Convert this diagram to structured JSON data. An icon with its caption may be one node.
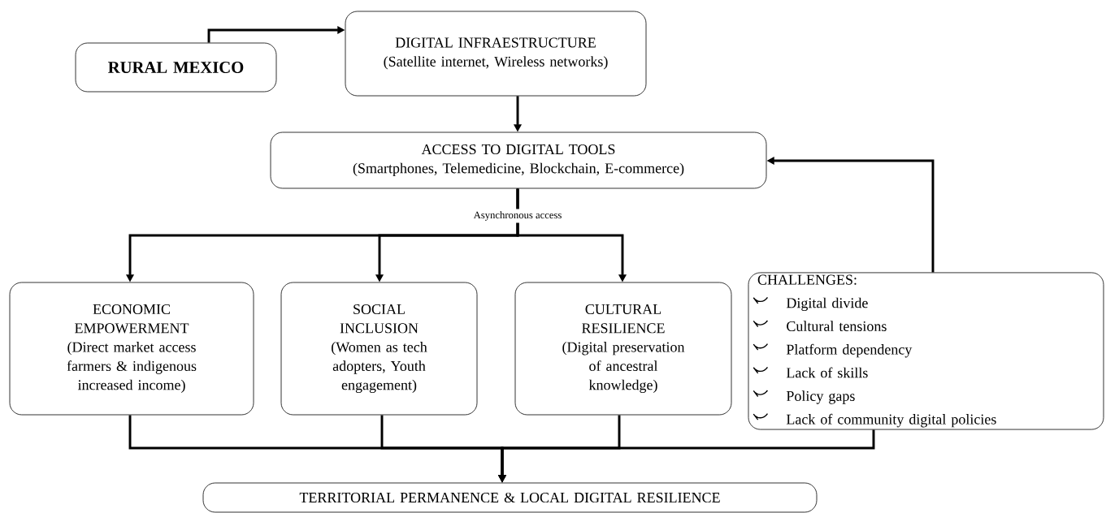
{
  "diagram": {
    "nodes": [
      {
        "text": [
          "RURAL MEXICO"
        ]
      },
      {
        "text": [
          "DIGITAL INFRAESTRUCTURE",
          "(Satellite internet, Wireless networks)"
        ]
      },
      {
        "text": [
          "ACCESS TO DIGITAL TOOLS",
          "(Smartphones, Telemedicine, Blockchain, E-commerce)"
        ]
      },
      {
        "text": [
          "ECONOMIC EMPOWERMENT",
          "(Direct market access farmers & indigenous increased income)"
        ]
      },
      {
        "text": [
          "SOCIAL INCLUSION",
          "(Women as tech adopters, Youth engagement)"
        ]
      },
      {
        "text": [
          "CULTURAL RESILIENCE",
          "(Digital preservation of ancestral knowledge)"
        ]
      },
      {
        "text": [
          "CHALLENGES:",
          "Digital divide",
          "Cultural tensions",
          "Platform dependency",
          "Lack of skills",
          "Policy gaps",
          "Lack of community digital policies"
        ]
      },
      {
        "text": [
          "TERRITORIAL PERMANENCE & LOCAL DIGITAL RESILIENCE"
        ]
      }
    ],
    "edges": [
      {
        "from": 0,
        "to": 1,
        "arrow": "to"
      },
      {
        "from": 1,
        "to": 2,
        "arrow": "to"
      },
      {
        "from": 2,
        "to": 3,
        "arrow": "to",
        "label": "Asynchronous access"
      },
      {
        "from": 2,
        "to": 4,
        "arrow": "to"
      },
      {
        "from": 2,
        "to": 5,
        "arrow": "to"
      },
      {
        "from": 6,
        "to": 2,
        "arrow": "to"
      },
      {
        "from": 3,
        "to": 7,
        "arrow": "to"
      },
      {
        "from": 4,
        "to": 7,
        "arrow": "to"
      },
      {
        "from": 5,
        "to": 7,
        "arrow": "to"
      },
      {
        "from": 6,
        "to": 7,
        "arrow": "to"
      }
    ]
  }
}
